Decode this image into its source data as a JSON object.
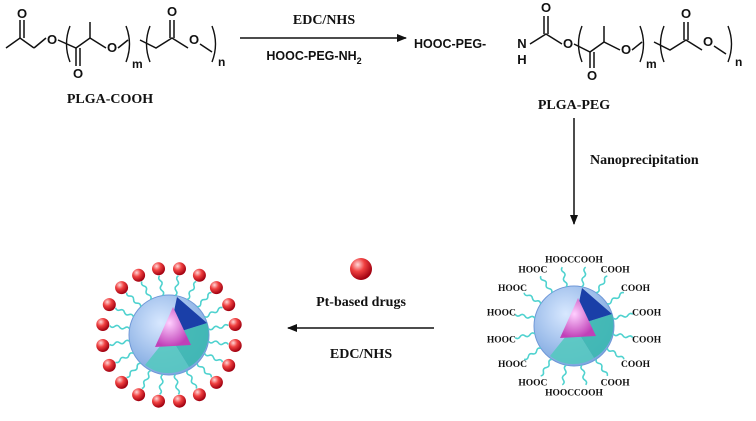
{
  "reaction": {
    "reagent_top": "EDC/NHS",
    "reagent_bottom": "HOOC-PEG-NH",
    "reagent_bottom_sub": "2",
    "step_down": "Nanoprecipitation",
    "reagent_drug": "Pt-based drugs",
    "reagent_bottom_left": "EDC/NHS"
  },
  "molecules": {
    "plga_cooh": {
      "name": "PLGA-COOH",
      "atom_o": "O",
      "sub_m": "m",
      "sub_n": "n"
    },
    "plga_peg": {
      "name": "PLGA-PEG",
      "prefix": "HOOC-PEG-",
      "atom_n": "N",
      "atom_h": "H",
      "atom_o": "O",
      "sub_m": "m",
      "sub_n": "n"
    }
  },
  "nanoparticle": {
    "surface_group_left": "HOOC",
    "surface_group_right": "COOH"
  },
  "colors": {
    "peg_chain": "#4fd2cf",
    "drug_sphere": "#e8202a",
    "shell_outer": "#a8c8f0",
    "core_inner": "#e070d0",
    "wedge_dark": "#1a3fa8",
    "wedge_teal": "#3bb8b0"
  },
  "icons": [
    "drug-sphere-icon",
    "nanoparticle-icon",
    "peg-chain-icon"
  ]
}
